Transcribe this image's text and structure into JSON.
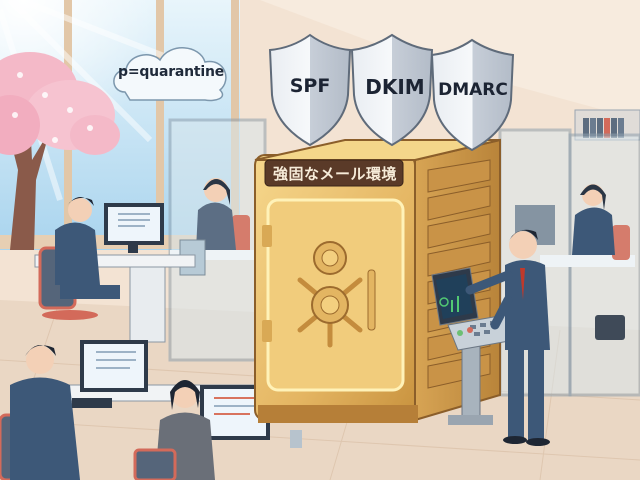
{
  "scene": {
    "description": "Illustrated office scene with a glowing golden safe representing a secure email environment, protected by SPF, DKIM and DMARC shields",
    "colors": {
      "wall": "#f3e3d3",
      "sky": "#bfe0f4",
      "sakura": "#f4b9c8",
      "safe_gold": "#e9be6a",
      "safe_glow": "#fff2b8",
      "sign_bg": "#5a3a28",
      "shield_silver": "#c9d0da",
      "suit_navy": "#3d5878",
      "glass": "#d8e6ec",
      "floor": "#ead7c4"
    }
  },
  "cloud": {
    "label": "p=quarantine",
    "icon": "cloud-icon"
  },
  "shields": [
    {
      "label": "SPF",
      "icon": "shield-icon"
    },
    {
      "label": "DKIM",
      "icon": "shield-icon"
    },
    {
      "label": "DMARC",
      "icon": "shield-icon"
    }
  ],
  "safe": {
    "sign": "強固なメール環境",
    "icon": "safe-icon"
  },
  "people": [
    {
      "role": "man-at-desk-left",
      "icon": "person-icon"
    },
    {
      "role": "woman-in-booth",
      "icon": "person-icon"
    },
    {
      "role": "man-front-left",
      "icon": "person-icon"
    },
    {
      "role": "woman-front",
      "icon": "person-icon"
    },
    {
      "role": "man-at-control-panel",
      "icon": "person-icon"
    },
    {
      "role": "woman-right-office",
      "icon": "person-icon"
    }
  ]
}
